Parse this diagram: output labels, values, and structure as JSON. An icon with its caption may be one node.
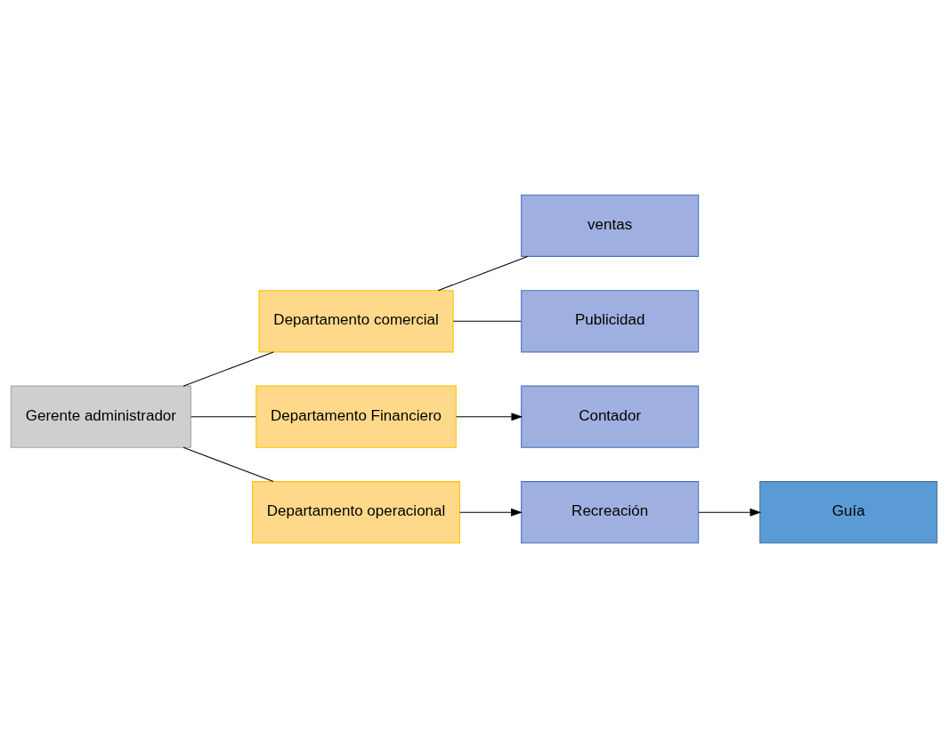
{
  "diagram": {
    "nodes": [
      {
        "text": [
          "Gerente administrador"
        ]
      },
      {
        "text": [
          "Departamento comercial"
        ]
      },
      {
        "text": [
          "ventas"
        ]
      },
      {
        "text": [
          "Publicidad"
        ]
      },
      {
        "text": [
          "Departamento Financiero"
        ]
      },
      {
        "text": [
          "Contador"
        ]
      },
      {
        "text": [
          "Departamento operacional"
        ]
      },
      {
        "text": [
          "Recreación"
        ]
      },
      {
        "text": [
          "Guía"
        ]
      }
    ],
    "edges": [
      {
        "from": 0,
        "to": 1,
        "arrow": "none"
      },
      {
        "from": 0,
        "to": 4,
        "arrow": "none"
      },
      {
        "from": 0,
        "to": 6,
        "arrow": "none"
      },
      {
        "from": 1,
        "to": 2,
        "arrow": "none"
      },
      {
        "from": 1,
        "to": 3,
        "arrow": "none"
      },
      {
        "from": 4,
        "to": 5,
        "arrow": "to"
      },
      {
        "from": 6,
        "to": 7,
        "arrow": "to"
      },
      {
        "from": 7,
        "to": 8,
        "arrow": "to"
      }
    ]
  }
}
